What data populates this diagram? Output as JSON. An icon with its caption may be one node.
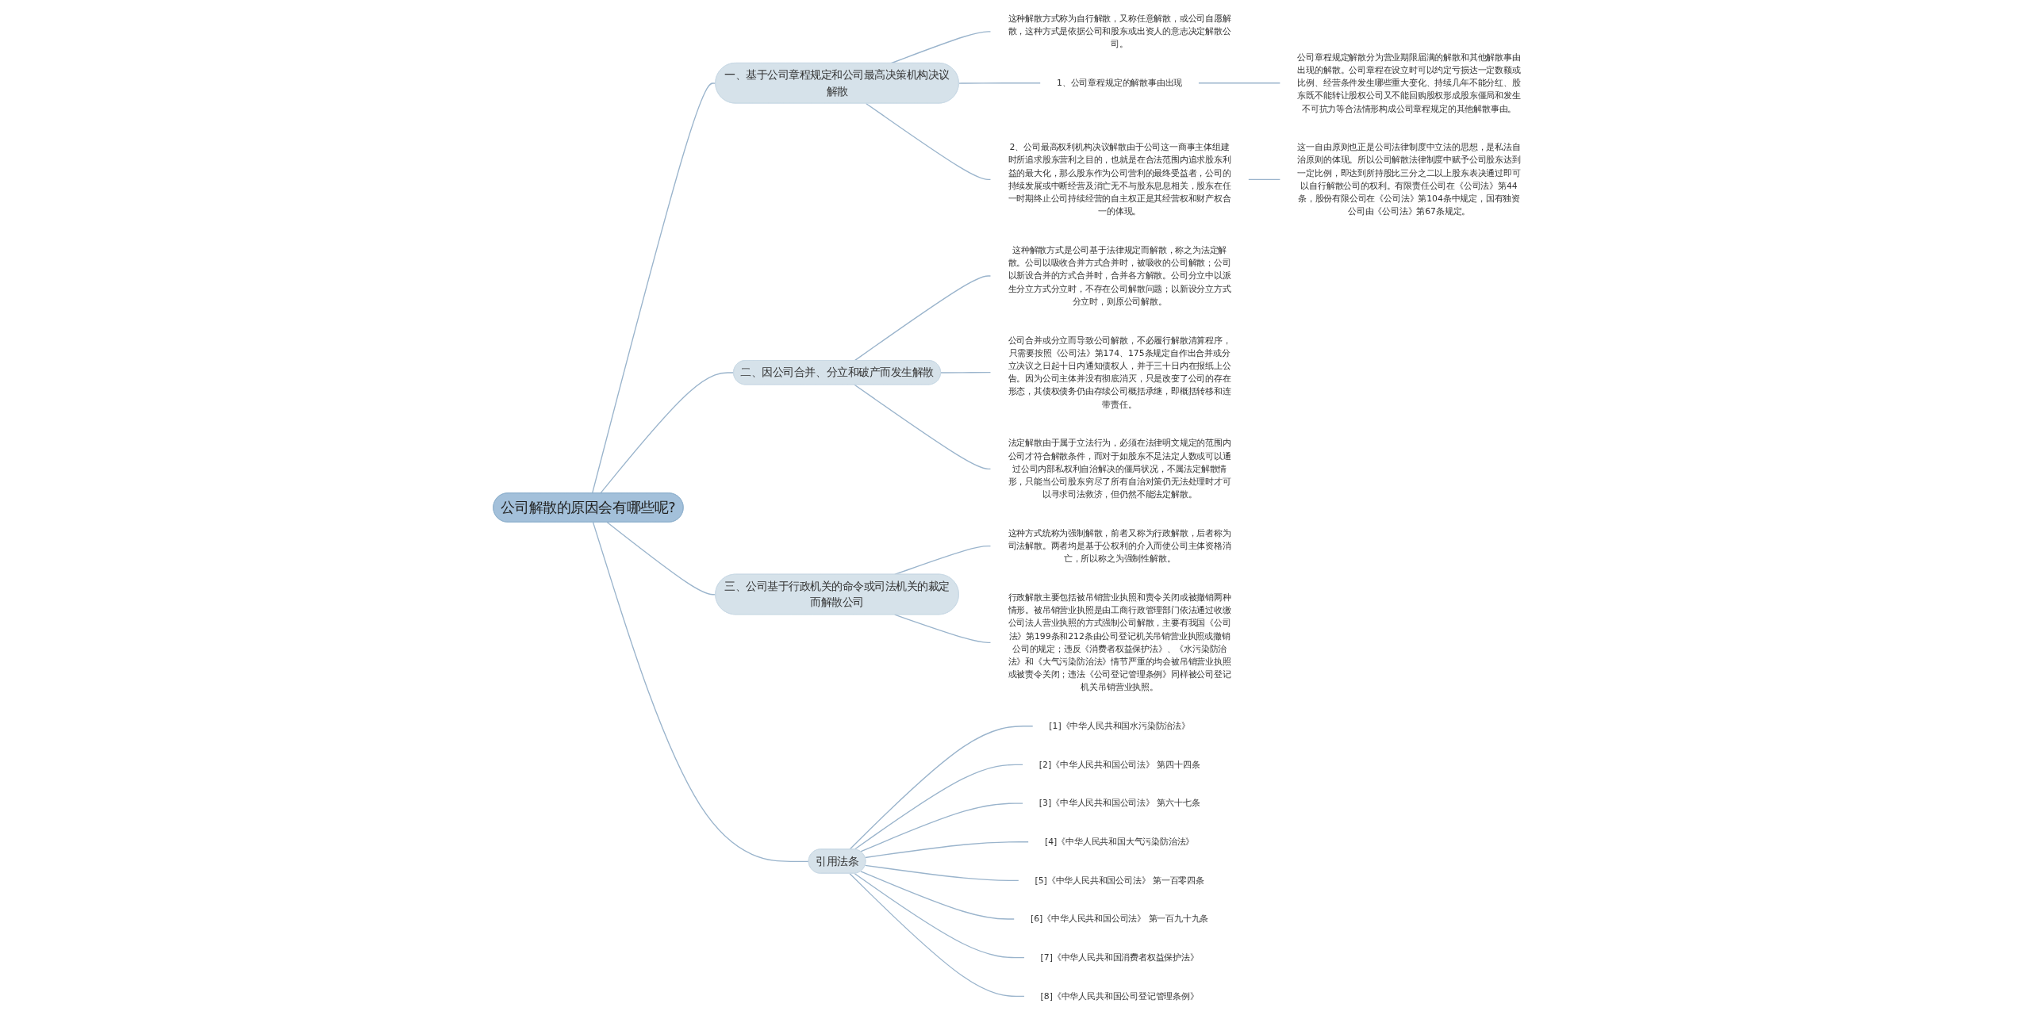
{
  "diagram": {
    "nodes": [
      {
        "text": [
          "公司解散的原因会有哪些呢?"
        ]
      },
      {
        "text": [
          "一、基于公司章程规定和公司最高决策机构决议解散"
        ]
      },
      {
        "text": [
          "这种解散方式称为自行解散，又称任意解散，或公司自愿解散，这种方式是依据公司和股东或出资人的意志决定解散公司。"
        ]
      },
      {
        "text": [
          "1、公司章程规定的解散事由出现"
        ]
      },
      {
        "text": [
          "公司章程规定解散分为营业期限届满的解散和其他解散事由出现的解散。公司章程在设立时可以约定亏损达一定数额或比例、经营条件发生哪些重大变化、持续几年不能分红、股东既不能转让股权公司又不能回购股权形成股东僵局和发生不可抗力等合法情形构成公司章程规定的其他解散事由。"
        ]
      },
      {
        "text": [
          "2、公司最高权利机构决议解散由于公司这一商事主体组建时所追求股东营利之目的，也就是在合法范围内追求股东利益的最大化，那么股东作为公司营利的最终受益者，公司的持续发展或中断经营及消亡无不与股东息息相关，股东在任一时期终止公司持续经营的自主权正是其经营权和财产权合一的体现。"
        ]
      },
      {
        "text": [
          "这一自由原则也正是公司法律制度中立法的思想，是私法自治原则的体现。所以公司解散法律制度中赋予公司股东达到一定比例，即达到所持股比三分之二以上股东表决通过即可以自行解散公司的权利。有限责任公司在《公司法》第44条，股份有限公司在《公司法》第104条中规定，国有独资公司由《公司法》第67条规定。"
        ]
      },
      {
        "text": [
          "二、因公司合并、分立和破产而发生解散"
        ]
      },
      {
        "text": [
          "这种解散方式是公司基于法律规定而解散，称之为法定解散。公司以吸收合并方式合并时，被吸收的公司解散；公司以新设合并的方式合并时，合并各方解散。公司分立中以派生分立方式分立时，不存在公司解散问题；以新设分立方式分立时，则原公司解散。"
        ]
      },
      {
        "text": [
          "公司合并或分立而导致公司解散，不必履行解散清算程序，只需要按照《公司法》第174、175条规定自作出合并或分立决议之日起十日内通知债权人，并于三十日内在报纸上公告。因为公司主体并没有彻底消灭，只是改变了公司的存在形态，其债权债务仍由存续公司概括承继，即概括转移和连带责任。"
        ]
      },
      {
        "text": [
          "法定解散由于属于立法行为，必须在法律明文规定的范围内公司才符合解散条件，而对于如股东不足法定人数或可以通过公司内部私权利自治解决的僵局状况，不属法定解散情形，只能当公司股东穷尽了所有自治对策仍无法处理时才可以寻求司法救济，但仍然不能法定解散。"
        ]
      },
      {
        "text": [
          "三、公司基于行政机关的命令或司法机关的裁定而解散公司"
        ]
      },
      {
        "text": [
          "这种方式统称为强制解散，前者又称为行政解散，后者称为司法解散。两者均是基于公权利的介入而使公司主体资格消亡，所以称之为强制性解散。"
        ]
      },
      {
        "text": [
          "行政解散主要包括被吊销营业执照和责令关闭或被撤销两种情形。被吊销营业执照是由工商行政管理部门依法通过收缴公司法人营业执照的方式强制公司解散，主要有我国《公司法》第199条和212条由公司登记机关吊销营业执照或撤销公司的规定；违反《消费者权益保护法》、《水污染防治法》和《大气污染防治法》情节严重的均会被吊销营业执照或被责令关闭；违法《公司登记管理条例》同样被公司登记机关吊销营业执照。"
        ]
      },
      {
        "text": [
          "引用法条"
        ]
      },
      {
        "text": [
          "[1]《中华人民共和国水污染防治法》"
        ]
      },
      {
        "text": [
          "[2]《中华人民共和国公司法》 第四十四条"
        ]
      },
      {
        "text": [
          "[3]《中华人民共和国公司法》 第六十七条"
        ]
      },
      {
        "text": [
          "[4]《中华人民共和国大气污染防治法》"
        ]
      },
      {
        "text": [
          "[5]《中华人民共和国公司法》 第一百零四条"
        ]
      },
      {
        "text": [
          "[6]《中华人民共和国公司法》 第一百九十九条"
        ]
      },
      {
        "text": [
          "[7]《中华人民共和国消费者权益保护法》"
        ]
      },
      {
        "text": [
          "[8]《中华人民共和国公司登记管理条例》"
        ]
      }
    ],
    "edges": [
      {
        "from": 0,
        "to": 1,
        "arrow": "none"
      },
      {
        "from": 1,
        "to": 2,
        "arrow": "none"
      },
      {
        "from": 1,
        "to": 3,
        "arrow": "none"
      },
      {
        "from": 3,
        "to": 4,
        "arrow": "none"
      },
      {
        "from": 1,
        "to": 5,
        "arrow": "none"
      },
      {
        "from": 5,
        "to": 6,
        "arrow": "none"
      },
      {
        "from": 0,
        "to": 7,
        "arrow": "none"
      },
      {
        "from": 7,
        "to": 8,
        "arrow": "none"
      },
      {
        "from": 7,
        "to": 9,
        "arrow": "none"
      },
      {
        "from": 7,
        "to": 10,
        "arrow": "none"
      },
      {
        "from": 0,
        "to": 11,
        "arrow": "none"
      },
      {
        "from": 11,
        "to": 12,
        "arrow": "none"
      },
      {
        "from": 11,
        "to": 13,
        "arrow": "none"
      },
      {
        "from": 0,
        "to": 14,
        "arrow": "none"
      },
      {
        "from": 14,
        "to": 15,
        "arrow": "none"
      },
      {
        "from": 14,
        "to": 16,
        "arrow": "none"
      },
      {
        "from": 14,
        "to": 17,
        "arrow": "none"
      },
      {
        "from": 14,
        "to": 18,
        "arrow": "none"
      },
      {
        "from": 14,
        "to": 19,
        "arrow": "none"
      },
      {
        "from": 14,
        "to": 20,
        "arrow": "none"
      },
      {
        "from": 14,
        "to": 21,
        "arrow": "none"
      },
      {
        "from": 14,
        "to": 22,
        "arrow": "none"
      }
    ]
  }
}
